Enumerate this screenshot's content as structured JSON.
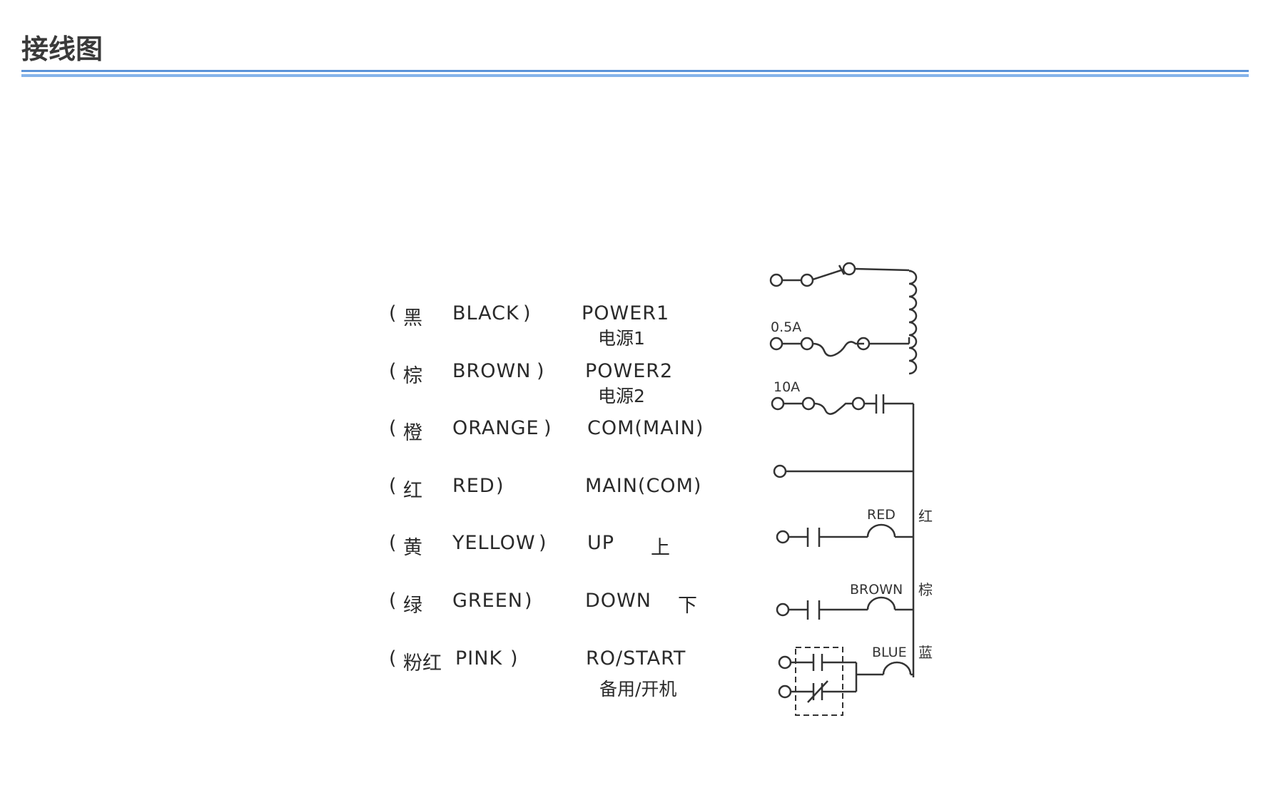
{
  "header": {
    "title": "接线图"
  },
  "wires": [
    {
      "cn": "黑",
      "en": "BLACK",
      "func": "POWER1",
      "func_cn": "电源1"
    },
    {
      "cn": "棕",
      "en": "BROWN",
      "func": "POWER2",
      "func_cn": "电源2"
    },
    {
      "cn": "橙",
      "en": "ORANGE",
      "func": "COM(MAIN)",
      "func_cn": ""
    },
    {
      "cn": "红",
      "en": "RED",
      "func": "MAIN(COM)",
      "func_cn": ""
    },
    {
      "cn": "黄",
      "en": "YELLOW",
      "func": "UP",
      "func_cn": "上"
    },
    {
      "cn": "绿",
      "en": "GREEN",
      "func": "DOWN",
      "func_cn": "下"
    },
    {
      "cn": "粉红",
      "en": "PINK",
      "func": "RO/START",
      "func_cn": "备用/开机"
    }
  ],
  "punct": {
    "open": "(",
    "close": ")"
  },
  "schematic": {
    "fuse_small": "0.5A",
    "fuse_large": "10A",
    "coil_labels": [
      {
        "en": "RED",
        "cn": "红"
      },
      {
        "en": "BROWN",
        "cn": "棕"
      },
      {
        "en": "BLUE",
        "cn": "蓝"
      }
    ]
  },
  "colors": {
    "rule_dark": "#5b93d8",
    "rule_light": "#86b4ea",
    "line": "#333333"
  }
}
